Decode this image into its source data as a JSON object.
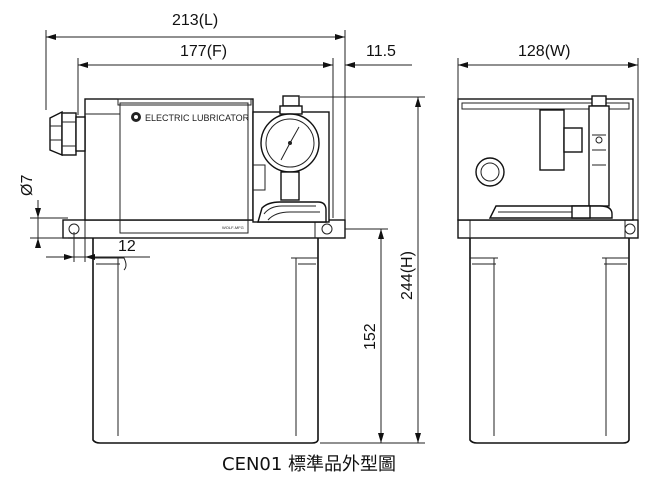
{
  "dimensions": {
    "length": "213(L)",
    "front": "177(F)",
    "offset": "11.5",
    "width": "128(W)",
    "hole_dia": "Ø7",
    "foot": "12",
    "height": "244(H)",
    "tank_height": "152"
  },
  "unit_label": "ELECTRIC LUBRICATOR",
  "tiny_label": "WOLF-MFG",
  "caption": "CEN01 標準品外型圖"
}
